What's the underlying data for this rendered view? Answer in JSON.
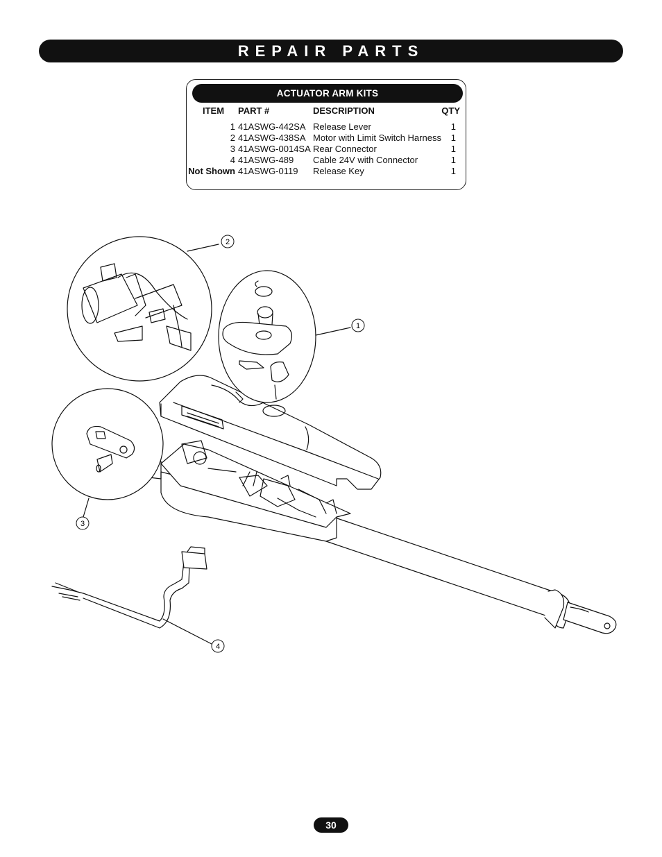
{
  "banner": {
    "title": "REPAIR PARTS"
  },
  "kit": {
    "title": "ACTUATOR ARM KITS",
    "headers": {
      "item": "ITEM",
      "part": "PART #",
      "description": "DESCRIPTION",
      "qty": "QTY"
    },
    "rows": [
      {
        "item": "1",
        "part": "41ASWG-442SA",
        "description": "Release Lever",
        "qty": "1"
      },
      {
        "item": "2",
        "part": "41ASWG-438SA",
        "description": "Motor with Limit Switch Harness",
        "qty": "1"
      },
      {
        "item": "3",
        "part": "41ASWG-0014SA",
        "description": "Rear Connector",
        "qty": "1"
      },
      {
        "item": "4",
        "part": "41ASWG-489",
        "description": "Cable 24V with Connector",
        "qty": "1"
      },
      {
        "item": "Not Shown",
        "part": "41ASWG-0119",
        "description": "Release Key",
        "qty": "1"
      }
    ]
  },
  "callouts": [
    "2",
    "1",
    "3",
    "4"
  ],
  "page": {
    "number": "30"
  }
}
